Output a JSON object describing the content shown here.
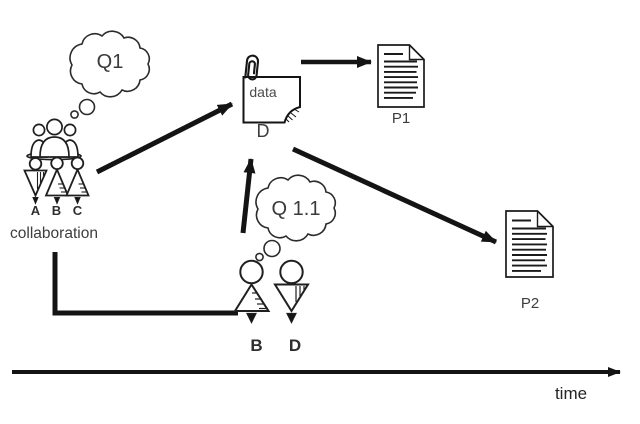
{
  "diagram": {
    "question1": "Q1",
    "question2": "Q 1.1",
    "collaboration": {
      "label": "collaboration",
      "members": [
        "A",
        "B",
        "C"
      ]
    },
    "dataset": {
      "note_text": "data",
      "label": "D"
    },
    "papers": [
      {
        "label": "P1"
      },
      {
        "label": "P2"
      }
    ],
    "subteam": {
      "members": [
        "B",
        "D"
      ]
    },
    "time_axis": {
      "label": "time"
    }
  },
  "icons": {
    "thought_cloud": "thought-cloud-icon",
    "team": "team-icon",
    "person": "person-icon",
    "sticky_note": "sticky-note-icon",
    "paperclip": "paperclip-icon",
    "document": "document-icon",
    "arrow": "arrow-icon"
  },
  "colors": {
    "background": "#ffffff",
    "ink": "#141414",
    "cloud_outline": "#2b2b2b",
    "figure_outline": "#1f1f1f",
    "text": "#3d3d3d",
    "muted_text": "#4a4a4a"
  }
}
